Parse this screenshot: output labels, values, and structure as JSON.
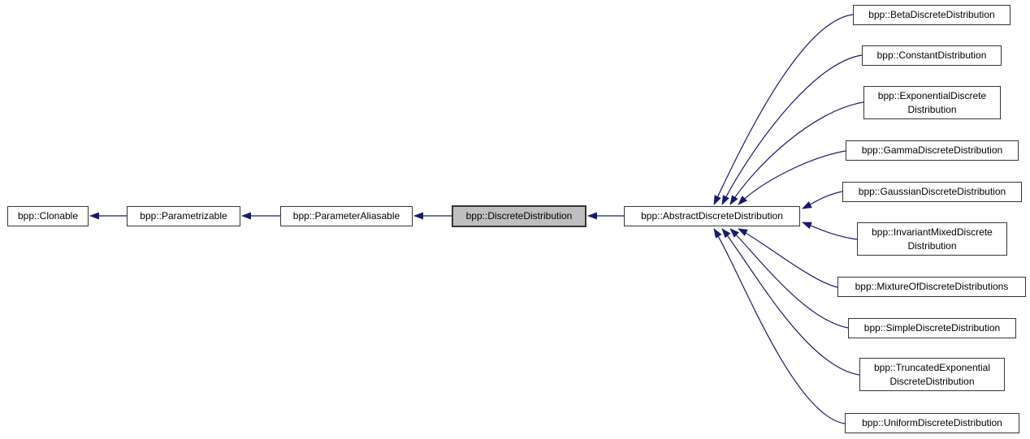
{
  "colors": {
    "edge": "#191970",
    "highlight_fill": "#bfbfbf",
    "node_fill": "#ffffff",
    "node_border": "#353535",
    "text": "#000000"
  },
  "nodes": {
    "clonable": {
      "label": "bpp::Clonable"
    },
    "parametrizable": {
      "label": "bpp::Parametrizable"
    },
    "parameteraliasable": {
      "label": "bpp::ParameterAliasable"
    },
    "discrete": {
      "label": "bpp::DiscreteDistribution",
      "highlighted": true
    },
    "abstract": {
      "label": "bpp::AbstractDiscreteDistribution"
    },
    "beta": {
      "label": "bpp::BetaDiscreteDistribution"
    },
    "constant": {
      "label": "bpp::ConstantDistribution"
    },
    "exponential": {
      "label": "bpp::ExponentialDiscrete\nDistribution"
    },
    "gamma": {
      "label": "bpp::GammaDiscreteDistribution"
    },
    "gaussian": {
      "label": "bpp::GaussianDiscreteDistribution"
    },
    "invariant": {
      "label": "bpp::InvariantMixedDiscrete\nDistribution"
    },
    "mixture": {
      "label": "bpp::MixtureOfDiscreteDistributions"
    },
    "simple": {
      "label": "bpp::SimpleDiscreteDistribution"
    },
    "truncated": {
      "label": "bpp::TruncatedExponential\nDiscreteDistribution"
    },
    "uniform": {
      "label": "bpp::UniformDiscreteDistribution"
    }
  },
  "edges": [
    {
      "from": "parametrizable",
      "to": "clonable"
    },
    {
      "from": "parameteraliasable",
      "to": "parametrizable"
    },
    {
      "from": "discrete",
      "to": "parameteraliasable"
    },
    {
      "from": "abstract",
      "to": "discrete"
    },
    {
      "from": "beta",
      "to": "abstract"
    },
    {
      "from": "constant",
      "to": "abstract"
    },
    {
      "from": "exponential",
      "to": "abstract"
    },
    {
      "from": "gamma",
      "to": "abstract"
    },
    {
      "from": "gaussian",
      "to": "abstract"
    },
    {
      "from": "invariant",
      "to": "abstract"
    },
    {
      "from": "mixture",
      "to": "abstract"
    },
    {
      "from": "simple",
      "to": "abstract"
    },
    {
      "from": "truncated",
      "to": "abstract"
    },
    {
      "from": "uniform",
      "to": "abstract"
    }
  ]
}
